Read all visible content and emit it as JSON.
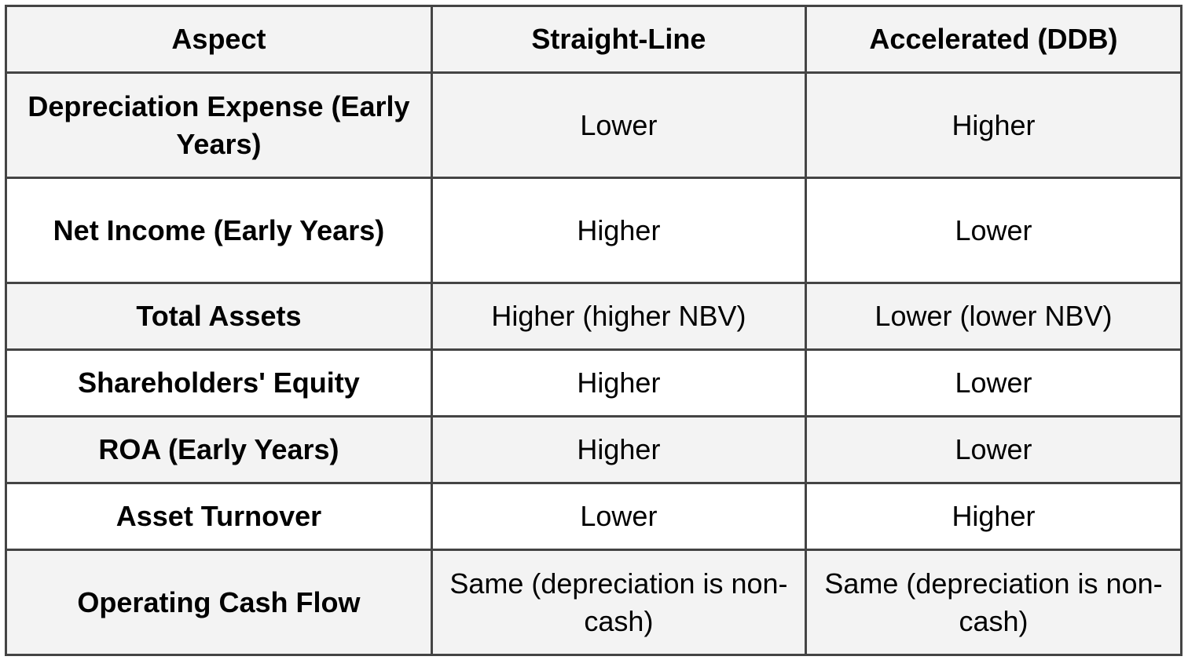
{
  "table": {
    "headers": [
      "Aspect",
      "Straight-Line",
      "Accelerated (DDB)"
    ],
    "rows": [
      [
        "Depreciation Expense (Early Years)",
        "Lower",
        "Higher"
      ],
      [
        "Net Income (Early Years)",
        "Higher",
        "Lower"
      ],
      [
        "Total Assets",
        "Higher (higher NBV)",
        "Lower (lower NBV)"
      ],
      [
        "Shareholders' Equity",
        "Higher",
        "Lower"
      ],
      [
        "ROA (Early Years)",
        "Higher",
        "Lower"
      ],
      [
        "Asset Turnover",
        "Lower",
        "Higher"
      ],
      [
        "Operating Cash Flow",
        "Same (depreciation is non-cash)",
        "Same (depreciation is non-cash)"
      ]
    ]
  },
  "colors": {
    "border": "#444444",
    "shaded_row": "#f3f3f3",
    "plain_row": "#ffffff",
    "text": "#000000"
  }
}
